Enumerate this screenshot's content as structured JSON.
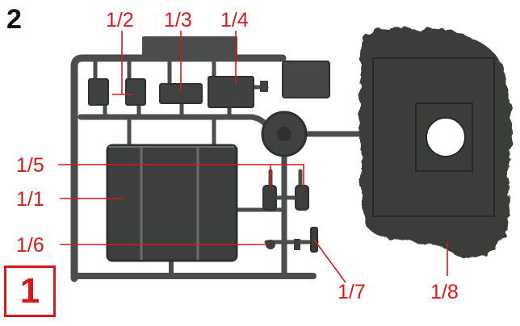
{
  "step": {
    "number": "2"
  },
  "part_sheet": {
    "number": "1"
  },
  "labels": {
    "p1_1": "1/1",
    "p1_2": "1/2",
    "p1_3": "1/3",
    "p1_4": "1/4",
    "p1_5": "1/5",
    "p1_6": "1/6",
    "p1_7": "1/7",
    "p1_8": "1/8"
  },
  "colors": {
    "callout": "#d7191c",
    "plastic": "#4a4d4b",
    "plastic_dark": "#2e312f",
    "plastic_light": "#6a6d6b"
  }
}
